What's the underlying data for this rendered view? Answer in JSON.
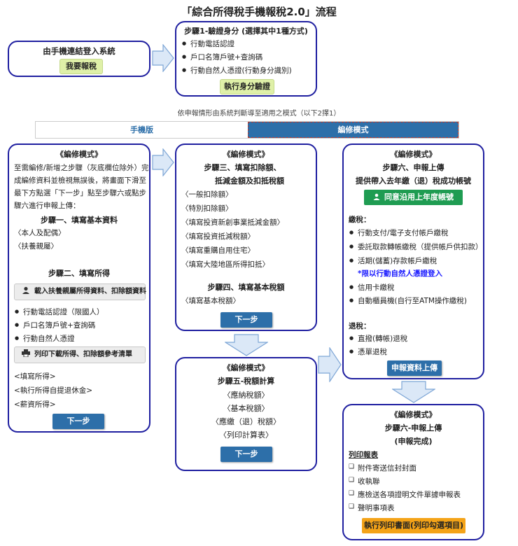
{
  "title": "「綜合所得稅手機報稅2.0」流程",
  "login": {
    "text": "由手機連結登入系統",
    "button": "我要報稅"
  },
  "step1": {
    "header": "步驟1-驗證身分 (選擇其中1種方式)",
    "items": [
      "行動電話認證",
      "戶口名簿戶號+查詢碼",
      "行動自然人憑證(行動身分識別)"
    ],
    "button": "執行身分驗證"
  },
  "routing_note": "依申報情形由系統判斷導至適用之模式（以下2擇1）",
  "tabs": {
    "mobile": "手機版",
    "edit": "編修模式"
  },
  "left_box": {
    "mode": "《編修模式》",
    "intro": [
      "至需編修/新增之步驟（灰底欄位除外）完",
      "成編修資料並檢視無誤後，將畫面下滑至",
      "最下方點選「下一步」點至步驟六或點步",
      "驟六進行申報上傳："
    ],
    "step1_header": "步驟一、填寫基本資料",
    "step1_items": [
      "〈本人及配偶〉",
      "〈扶養親屬〉"
    ],
    "step2_header": "步驟二、填寫所得",
    "load_button": "載入扶養親屬所得資料、扣除額資料",
    "load_items": [
      "行動電話認證（限國人）",
      "戶口名簿戶號+查詢碼",
      "行動自然人憑證"
    ],
    "print_button": "列印下載所得、扣除額參考清單",
    "income_items": [
      "<填寫所得>",
      "<執行所得自提退休金>",
      "<薪資所得>"
    ],
    "next": "下一步"
  },
  "mid_box": {
    "mode": "《編修模式》",
    "step3_header_1": "步驟三、填寫扣除額、",
    "step3_header_2": "抵減金額及扣抵稅額",
    "step3_items": [
      "〈一般扣除額〉",
      "〈特別扣除額〉",
      "〈填寫投資新創事業抵減金額〉",
      "〈填寫投資抵減稅額〉",
      "〈填寫重購自用住宅〉",
      "〈填寫大陸地區所得扣抵〉"
    ],
    "step4_header": "步驟四、填寫基本稅額",
    "step4_items": [
      "〈填寫基本稅額〉"
    ],
    "next": "下一步"
  },
  "calc_box": {
    "mode": "《編修模式》",
    "header": "步驟五-稅額計算",
    "items": [
      "〈應納稅額〉",
      "〈基本稅額〉",
      "〈應繳（退）稅額〉",
      "〈列印計算表〉"
    ],
    "next": "下一步"
  },
  "upload_box": {
    "mode": "《編修模式》",
    "header": "步驟六、申報上傳",
    "sub": "提供帶入去年繳（退）稅成功帳號",
    "agree_button": "同意沿用上年度帳號",
    "pay_header": "繳稅：",
    "pay_items": [
      "行動支付/電子支付帳戶繳稅",
      "委託取款轉帳繳稅（提供帳戶供扣款）",
      "活期(儲蓄)存款帳戶繳稅"
    ],
    "pay_note": "*限以行動自然人憑證登入",
    "pay_items_2": [
      "信用卡繳稅",
      "自動櫃員機(自行至ATM操作繳稅)"
    ],
    "refund_header": "退稅：",
    "refund_items": [
      "直撥(轉帳)退稅",
      "憑單退稅"
    ],
    "submit": "申報資料上傳"
  },
  "done_box": {
    "mode": "《編修模式》",
    "header": "步驟六-申報上傳",
    "sub": "(申報完成)",
    "print_header": "列印報表",
    "items": [
      "附件寄送信封封面",
      "收執聯",
      "應檢送各項證明文件單據申報表",
      "聲明事項表"
    ],
    "print_button": "執行列印書面(列印勾選項目)"
  },
  "colors": {
    "border": "#1f1fa0",
    "blue_button": "#2d6fa9",
    "green_button": "#1f9c52",
    "orange_button": "#f4a318",
    "light_green_button": "#dff0a8",
    "arrow_fill": "#dbe8f7",
    "arrow_stroke": "#7ea6d6",
    "note_blue": "#1a1aff"
  },
  "icons": {
    "load": "user-download-icon",
    "print": "printer-icon",
    "agree": "user-icon"
  }
}
